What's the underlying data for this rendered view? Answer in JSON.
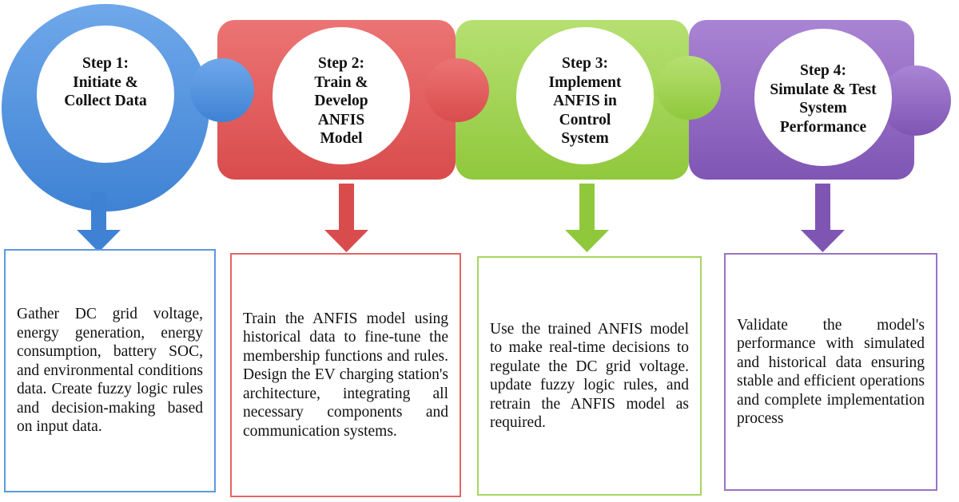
{
  "colors": {
    "step1": "#5b9ae0",
    "step2": "#e46566",
    "step3": "#a6d65e",
    "step4": "#9a72c6"
  },
  "steps": [
    {
      "title_line1": "Step 1:",
      "title_line2": "Initiate &",
      "title_line3": "Collect Data",
      "title_line4": "",
      "title_line5": "",
      "description": "Gather DC grid voltage, energy generation, energy consumption, battery SOC, and environmental conditions data. Create fuzzy logic rules and decision-making based on input data."
    },
    {
      "title_line1": "Step 2:",
      "title_line2": "Train &",
      "title_line3": "Develop",
      "title_line4": "ANFIS",
      "title_line5": "Model",
      "description": "Train the ANFIS model using historical data to fine-tune the membership functions and rules. Design the EV charging station's architecture, integrating all necessary components and communication systems."
    },
    {
      "title_line1": "Step 3:",
      "title_line2": "Implement",
      "title_line3": "ANFIS in",
      "title_line4": "Control",
      "title_line5": "System",
      "description": "Use the trained ANFIS model to make real-time decisions to regulate the DC grid voltage. update fuzzy logic rules, and retrain the ANFIS model as required."
    },
    {
      "title_line1": "Step 4:",
      "title_line2": "Simulate & Test",
      "title_line3": "System",
      "title_line4": "Performance",
      "title_line5": "",
      "description": "Validate the model's performance with simulated and historical data ensuring stable and efficient operations and complete implementation process"
    }
  ]
}
